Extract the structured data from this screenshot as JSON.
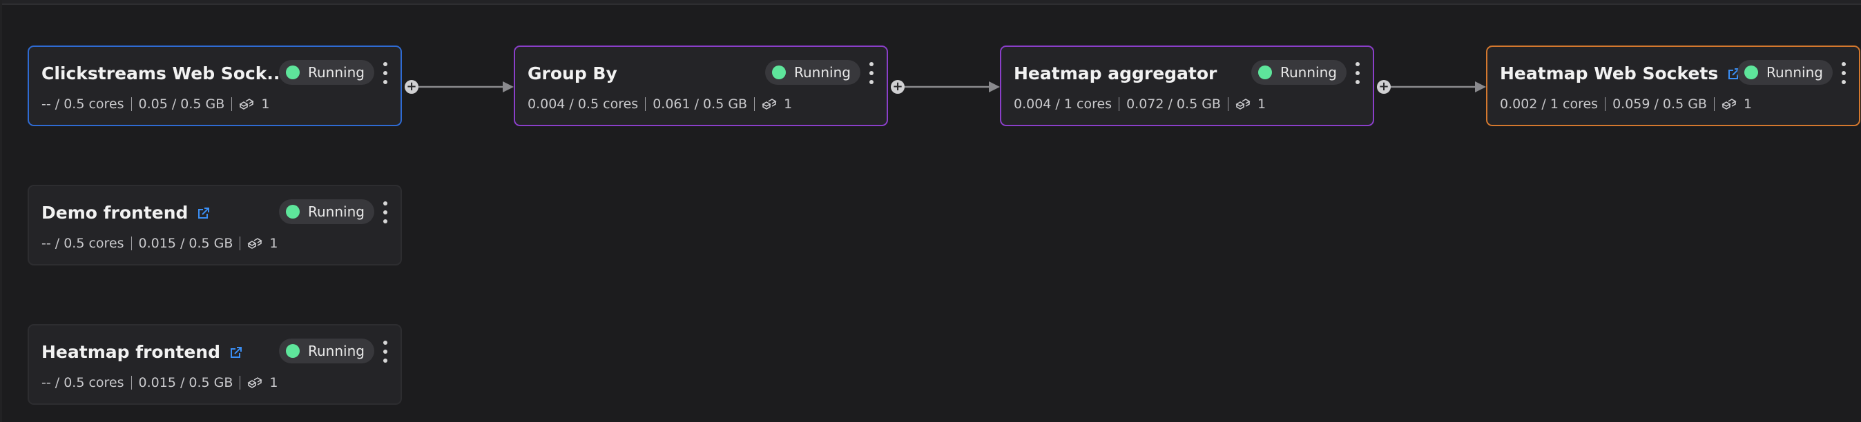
{
  "nodes": [
    {
      "title": "Clickstreams Web Sock...",
      "status": "Running",
      "cpu": "-- / 0.5 cores",
      "mem": "0.05 / 0.5 GB",
      "replicas": "1",
      "border": "#2f6bd3"
    },
    {
      "title": "Group By",
      "status": "Running",
      "cpu": "0.004 / 0.5 cores",
      "mem": "0.061 / 0.5 GB",
      "replicas": "1",
      "border": "#8a3fc9"
    },
    {
      "title": "Heatmap aggregator",
      "status": "Running",
      "cpu": "0.004 / 1 cores",
      "mem": "0.072 / 0.5 GB",
      "replicas": "1",
      "border": "#8a3fc9"
    },
    {
      "title": "Heatmap Web Sockets",
      "status": "Running",
      "cpu": "0.002 / 1 cores",
      "mem": "0.059 / 0.5 GB",
      "replicas": "1",
      "border": "#d4782e"
    },
    {
      "title": "Demo frontend",
      "status": "Running",
      "cpu": "-- / 0.5 cores",
      "mem": "0.015 / 0.5 GB",
      "replicas": "1",
      "border": ""
    },
    {
      "title": "Heatmap frontend",
      "status": "Running",
      "cpu": "-- / 0.5 cores",
      "mem": "0.015 / 0.5 GB",
      "replicas": "1",
      "border": ""
    }
  ],
  "icons": {
    "external_link": "external-link-icon",
    "replicas": "replicas-icon",
    "more": "more-vertical-icon",
    "status": "status-dot-icon",
    "add": "plus-icon"
  },
  "colors": {
    "status_running": "#5ee59b",
    "link": "#3b8ff5"
  }
}
